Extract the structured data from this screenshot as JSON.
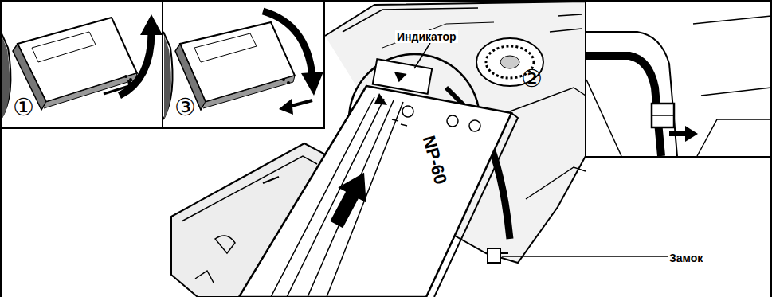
{
  "diagram": {
    "labels": [
      "①",
      "③",
      "Индикатор",
      "②",
      "NP-60",
      "Замок"
    ]
  }
}
